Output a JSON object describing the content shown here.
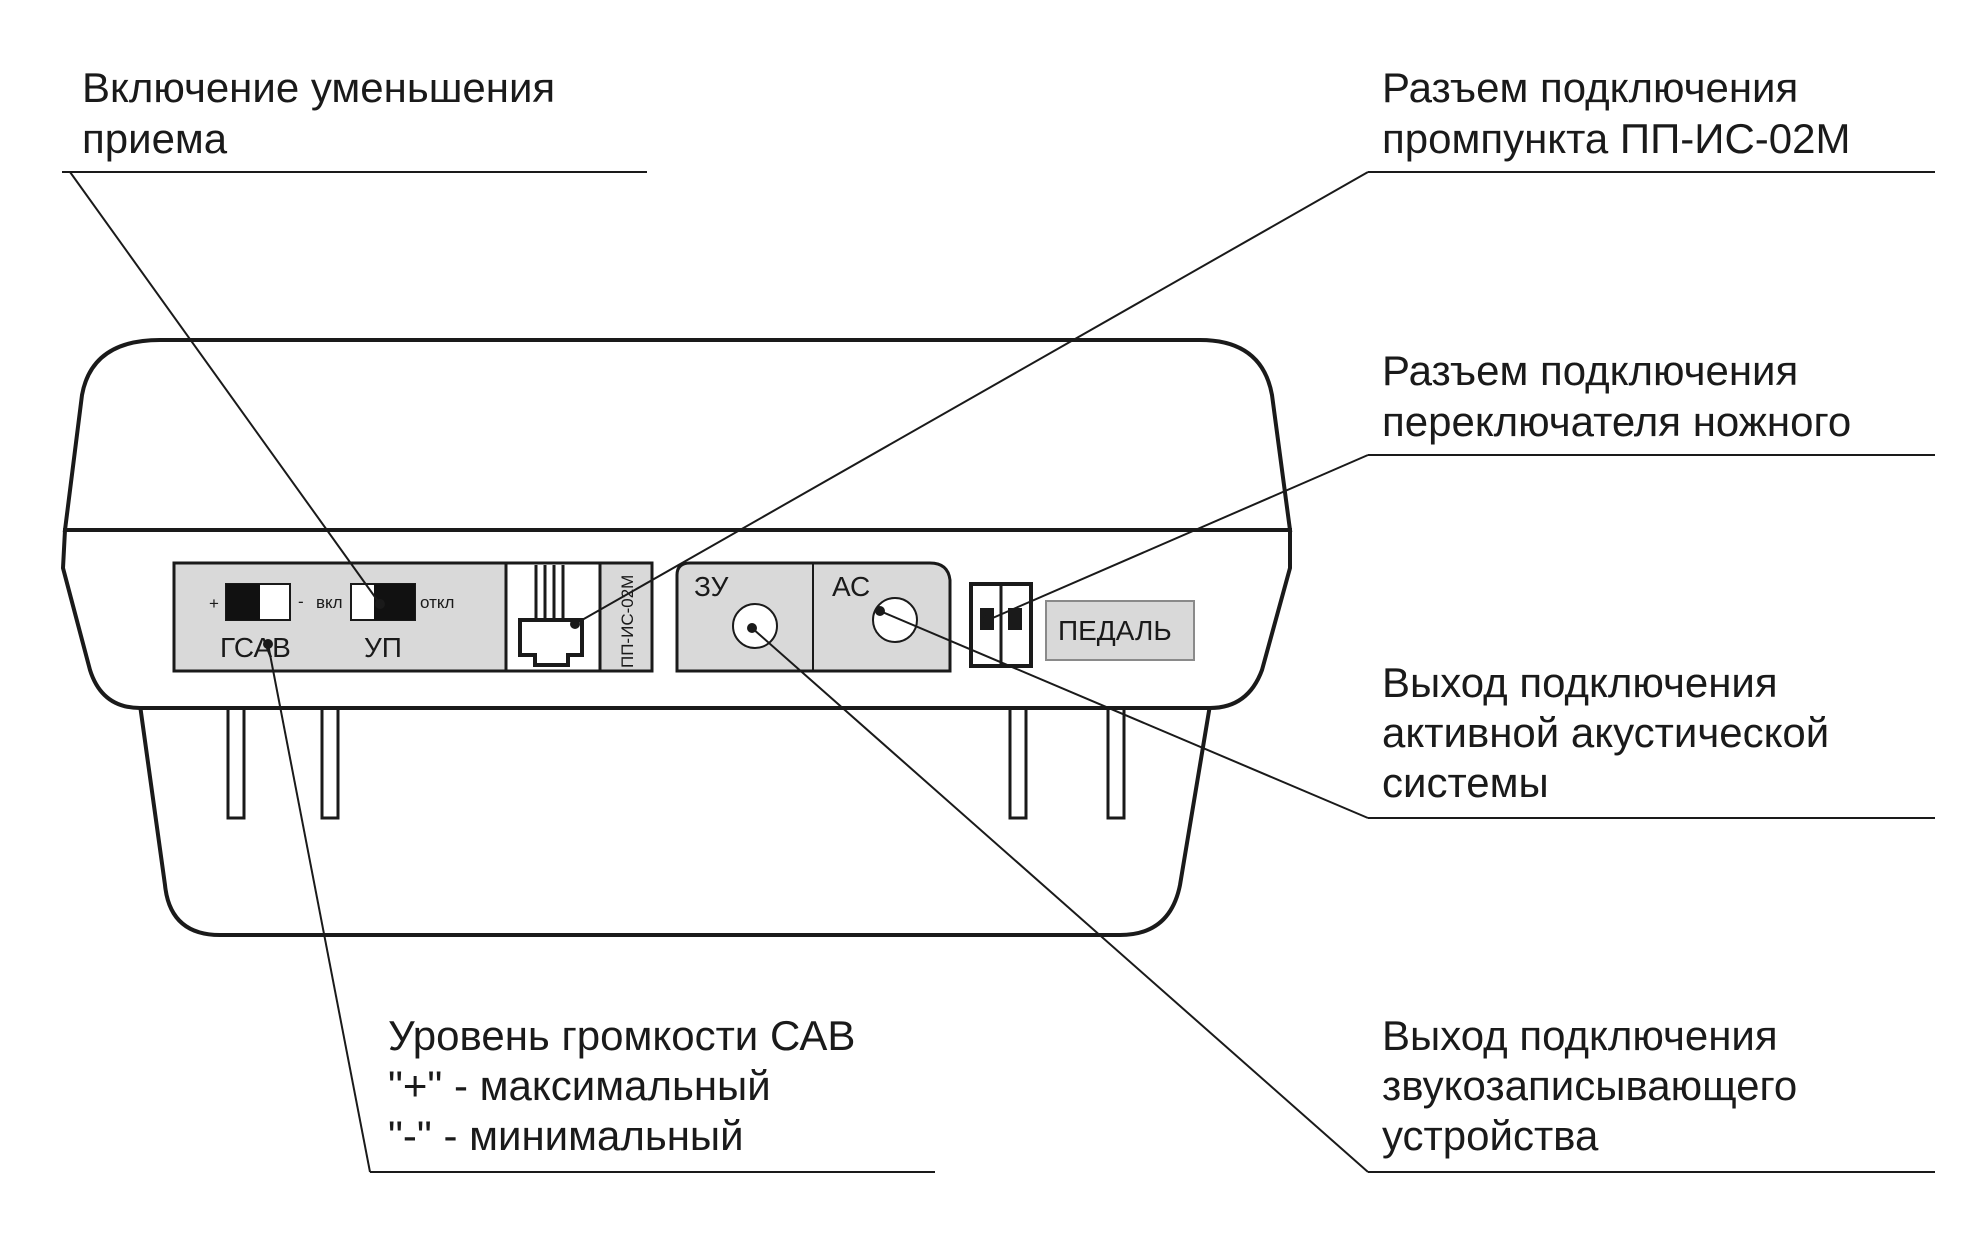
{
  "callouts": {
    "reduce_reception": [
      "Включение уменьшения",
      "приема"
    ],
    "pp_connector": [
      "Разъем подключения",
      "промпункта ПП-ИС-02М"
    ],
    "pedal_connector": [
      "Разъем подключения",
      "переключателя ножного"
    ],
    "speaker_output": [
      "Выход подключения",
      "активной акустической",
      "системы"
    ],
    "volume_level": [
      "Уровень громкости САВ",
      "\"+\" - максимальный",
      "\"-\" - минимальный"
    ],
    "recorder_output": [
      "Выход подключения",
      "звукозаписывающего",
      "устройства"
    ]
  },
  "panel": {
    "plus": "+",
    "minus": "-",
    "on": "вкл",
    "off": "откл",
    "gsav": "ГСАВ",
    "up": "УП",
    "pp_vertical": "ПП-ИС-02М",
    "zu": "ЗУ",
    "as": "АС",
    "pedal": "ПЕДАЛЬ"
  },
  "colors": {
    "panel_grey": "#d9d9d9",
    "ink": "#1a1a1a"
  }
}
